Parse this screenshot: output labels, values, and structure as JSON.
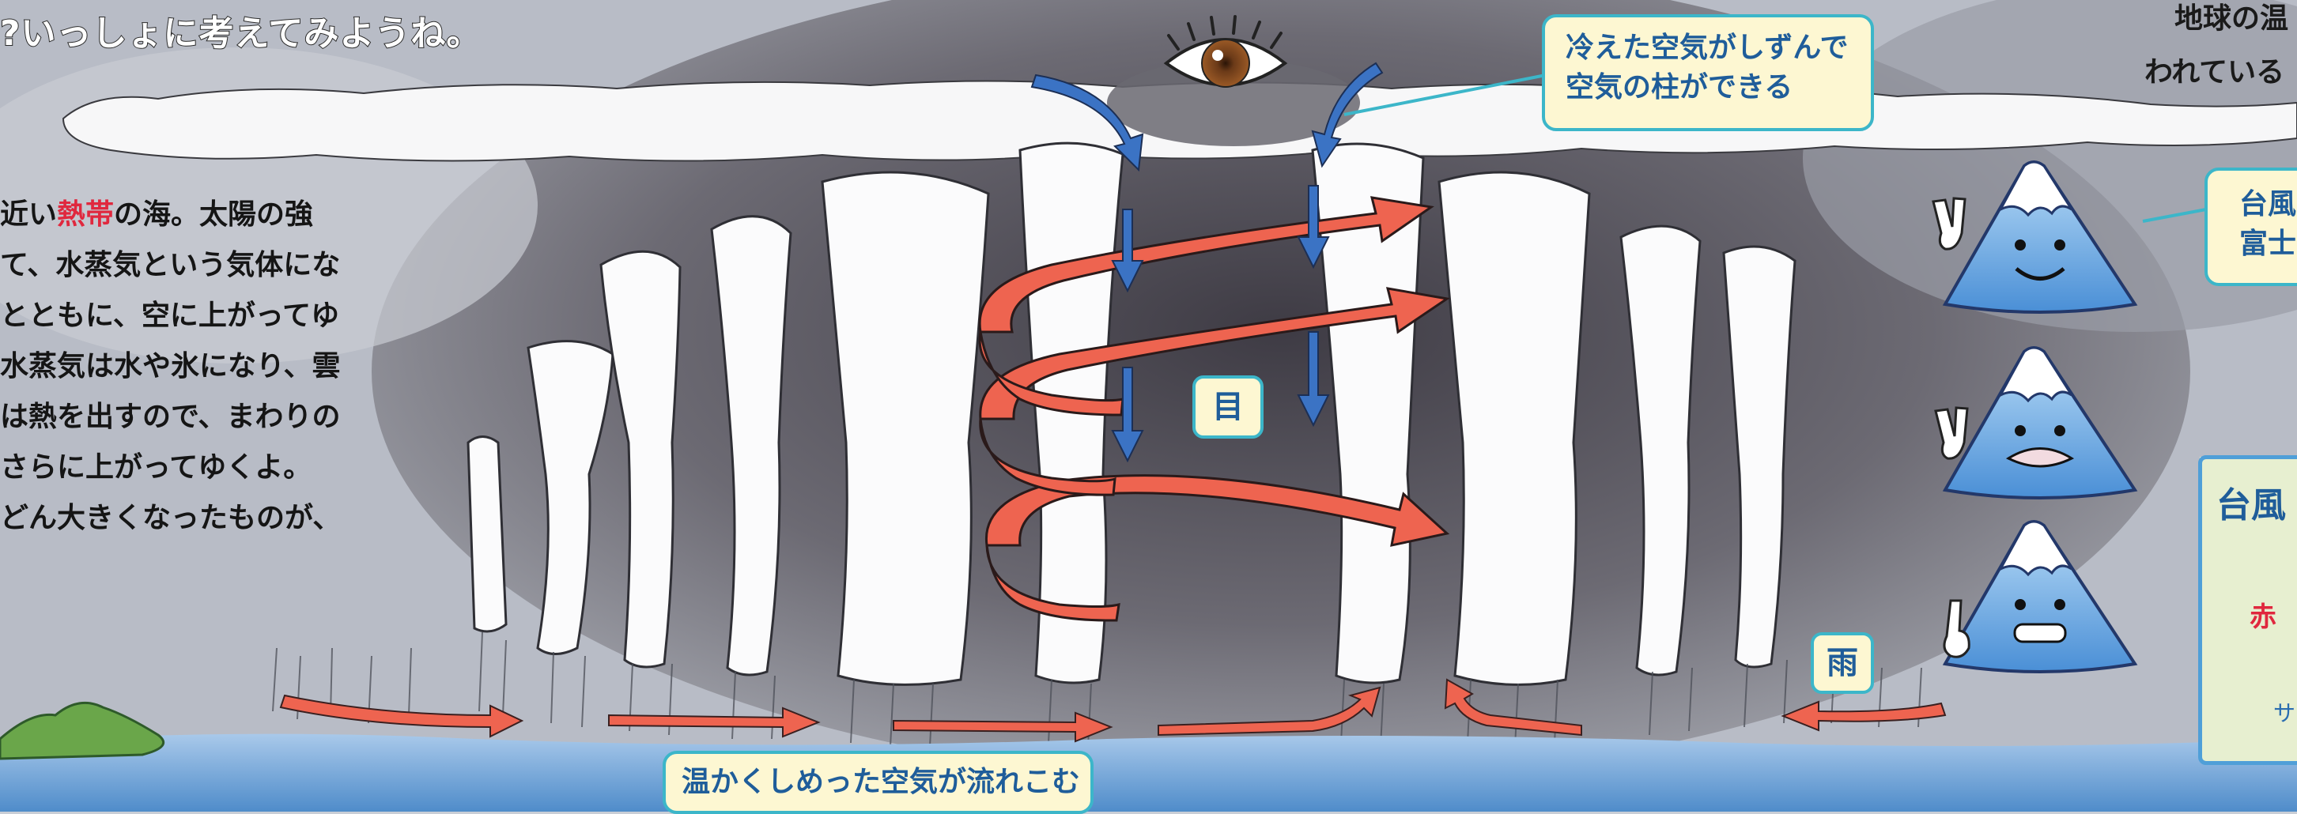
{
  "headline": "?いっしょに考えてみようね。",
  "top_right_lines": [
    "地球の温",
    "われている"
  ],
  "body_lines": [
    {
      "before": "近い",
      "highlight": "熱帯",
      "after": "の海。太陽の強"
    },
    {
      "before": "て、水蒸気という気体にな",
      "highlight": "",
      "after": ""
    },
    {
      "before": "とともに、空に上がってゆ",
      "highlight": "",
      "after": ""
    },
    {
      "before": "水蒸気は水や氷になり、雲",
      "highlight": "",
      "after": ""
    },
    {
      "before": "は熱を出すので、まわりの",
      "highlight": "",
      "after": ""
    },
    {
      "before": "さらに上がってゆくよ。",
      "highlight": "",
      "after": ""
    },
    {
      "before": "どん大きくなったものが、",
      "highlight": "",
      "after": ""
    }
  ],
  "callouts": {
    "cold_air_line1": "冷えた空気がしずんで",
    "cold_air_line2": "空気の柱ができる",
    "eye": "目",
    "rain": "雨",
    "warm_air": "温かくしめった空気が流れこむ",
    "mascot_line1": "台風",
    "mascot_line2": "富士"
  },
  "info_box": {
    "title": "台風",
    "equator": "赤 道",
    "small": "サ"
  },
  "colors": {
    "cloud": "#ffffff",
    "storm": "#5f5d66",
    "warm_arrow": "#ee6450",
    "cold_arrow": "#3b73c4",
    "sea": "#6fa6d8",
    "callout_border": "#3cb6c9",
    "callout_bg": "#fdf7d2",
    "mountain": "#7ab6e6",
    "highlight": "#e0283e"
  },
  "icons": [
    "eye-icon",
    "mountain-mascot-icon",
    "victory-hand-icon",
    "pointing-hand-icon",
    "world-map-icon"
  ]
}
